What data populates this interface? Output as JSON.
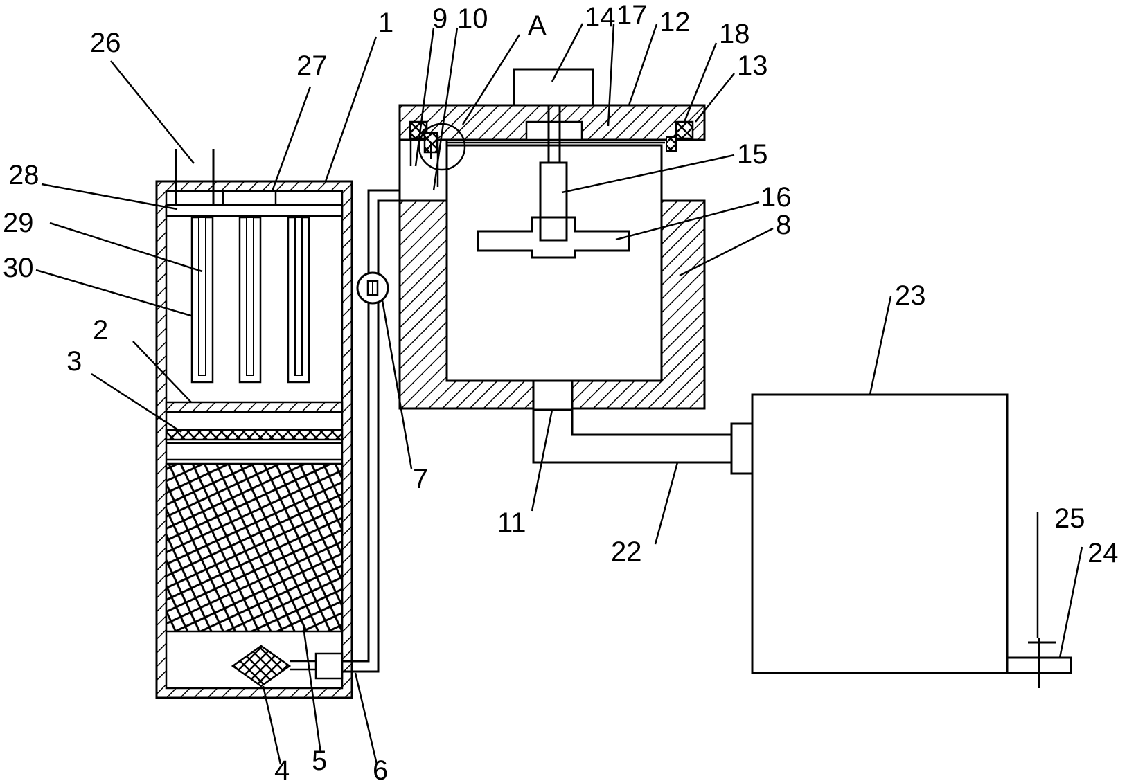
{
  "labels": {
    "l1": "1",
    "l2": "2",
    "l3": "3",
    "l4": "4",
    "l5": "5",
    "l6": "6",
    "l7": "7",
    "l8": "8",
    "l9": "9",
    "l10": "10",
    "l11": "11",
    "l12": "12",
    "l13": "13",
    "l14": "14",
    "l15": "15",
    "l16": "16",
    "l17": "17",
    "l18": "18",
    "l22": "22",
    "l23": "23",
    "l24": "24",
    "l25": "25",
    "l26": "26",
    "l27": "27",
    "l28": "28",
    "l29": "29",
    "l30": "30",
    "lA": "A"
  }
}
